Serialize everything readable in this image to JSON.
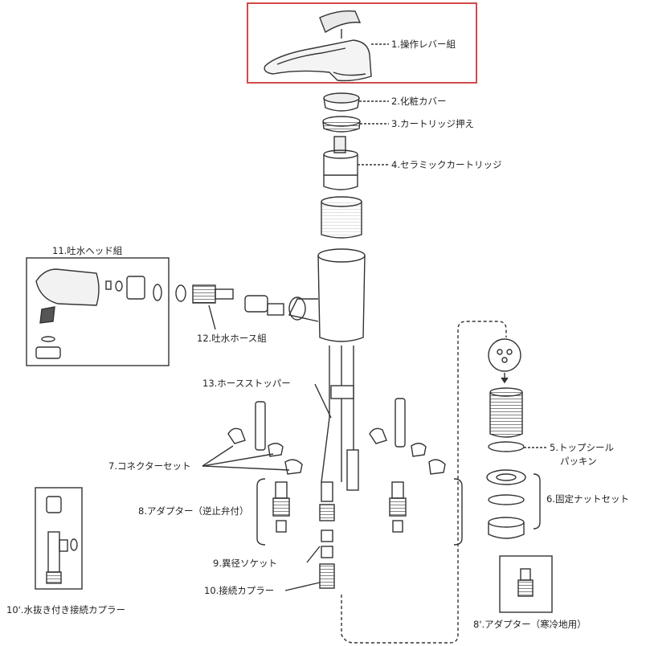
{
  "labels": {
    "l1": "1.操作レバー組",
    "l2": "2.化粧カバー",
    "l3": "3.カートリッジ押え",
    "l4": "4.セラミックカートリッジ",
    "l5a": "5.トップシール",
    "l5b": "パッキン",
    "l6": "6.固定ナットセット",
    "l7": "7.コネクターセット",
    "l8": "8.アダプター（逆止弁付）",
    "l8p": "8'.アダプター（寒冷地用）",
    "l9": "9.異径ソケット",
    "l10": "10.接続カプラー",
    "l10p": "10'.水抜き付き接続カプラー",
    "l11": "11.吐水ヘッド組",
    "l12": "12.吐水ホース組",
    "l13": "13.ホースストッパー"
  },
  "colors": {
    "highlight": "#d24a4a",
    "line": "#333333"
  }
}
